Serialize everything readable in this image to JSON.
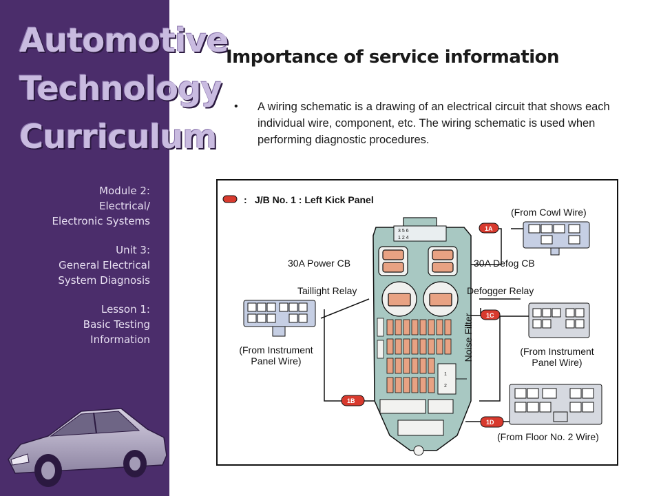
{
  "sidebar": {
    "title_lines": [
      "Automotive",
      "Technology",
      "Curriculum"
    ],
    "module": [
      "Module 2:",
      "Electrical/",
      "Electronic Systems"
    ],
    "unit": [
      "Unit 3:",
      "General Electrical",
      "System Diagnosis"
    ],
    "lesson": [
      "Lesson 1:",
      "Basic Testing",
      "Information"
    ]
  },
  "slide": {
    "title": "Importance of service information",
    "bullet_marker": "•",
    "bullet": "A wiring schematic is a drawing of an electrical circuit that shows each individual wire, component, etc. The wiring schematic is used when performing diagnostic procedures."
  },
  "diagram": {
    "legend_colon": ":",
    "legend_title": "J/B No. 1  :  Left Kick Panel",
    "from_cowl": "(From Cowl Wire)",
    "power_cb": "30A Power CB",
    "defog_cb": "30A Defog CB",
    "taillight_relay": "Taillight Relay",
    "defogger_relay": "Defogger Relay",
    "noise_filter": "Noise Filter",
    "left_instrument_1": "(From Instrument",
    "left_instrument_2": "Panel Wire)",
    "right_instrument_1": "(From Instrument",
    "right_instrument_2": "Panel Wire)",
    "from_floor": "(From Floor No. 2 Wire)",
    "tag_1a": "1A",
    "tag_1b": "1B",
    "tag_1c": "1C",
    "tag_1d": "1D"
  },
  "colors": {
    "sidebar_bg": "#4b2d6b",
    "sidebar_title": "#c9bbe0",
    "junction_block": "#a8c8c2",
    "fuse_orange": "#e8a283",
    "tag_red": "#d83a2e",
    "connector_blue": "#c6cfe4"
  }
}
